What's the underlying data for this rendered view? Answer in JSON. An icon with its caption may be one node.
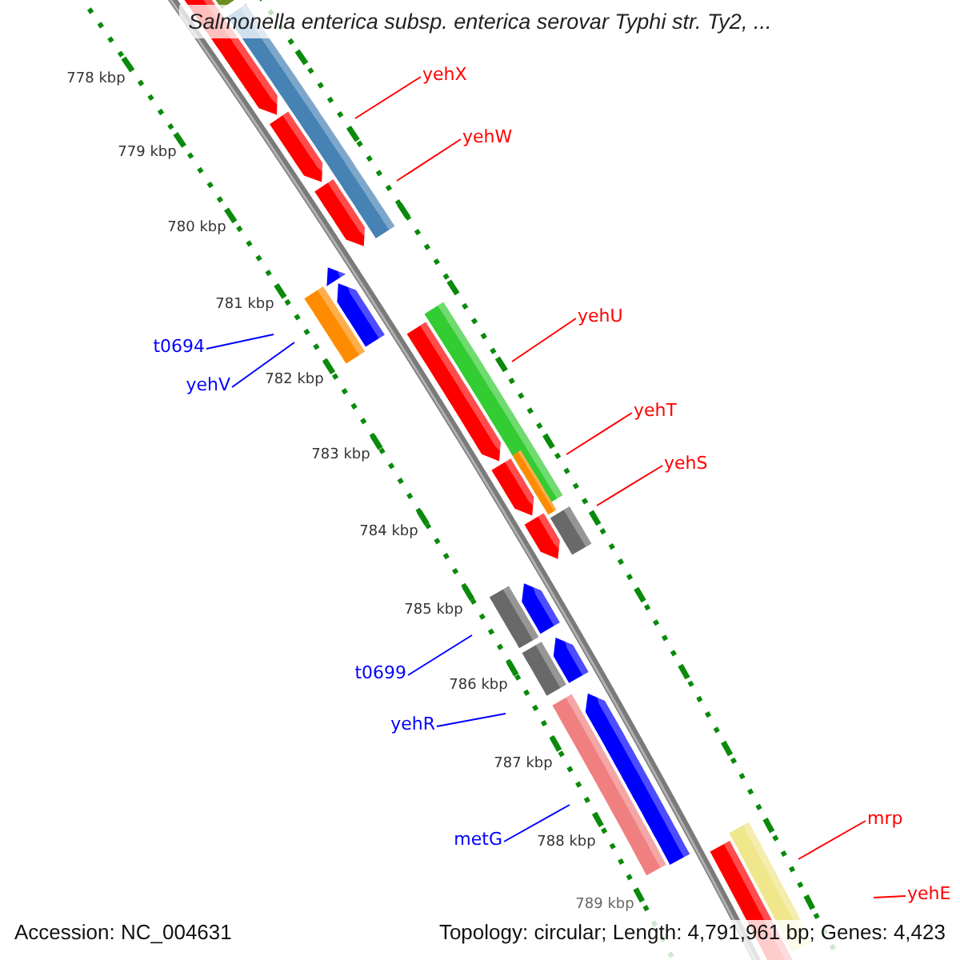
{
  "diagram": {
    "title": "Salmonella enterica subsp. enterica serovar Typhi str. Ty2, ...",
    "nodes": [
      {
        "text": [
          "yehX"
        ]
      },
      {
        "text": [
          "yehW"
        ]
      },
      {
        "text": [
          "yehU"
        ]
      },
      {
        "text": [
          "t0694"
        ]
      },
      {
        "text": [
          "yehV"
        ]
      },
      {
        "text": [
          "yehT"
        ]
      },
      {
        "text": [
          "yehS"
        ]
      },
      {
        "text": [
          "t0699"
        ]
      },
      {
        "text": [
          "yehR"
        ]
      },
      {
        "text": [
          "mrp"
        ]
      },
      {
        "text": [
          "metG"
        ]
      },
      {
        "text": [
          "yehE"
        ]
      }
    ],
    "edges": [
      {
        "from": 0,
        "to": null,
        "arrow": "none",
        "color": "#ff0000"
      },
      {
        "from": 1,
        "to": null,
        "arrow": "none",
        "color": "#ff0000"
      },
      {
        "from": 2,
        "to": null,
        "arrow": "none",
        "color": "#ff0000"
      },
      {
        "from": 3,
        "to": null,
        "arrow": "none",
        "color": "#0000ff"
      },
      {
        "from": 4,
        "to": null,
        "arrow": "none",
        "color": "#0000ff"
      },
      {
        "from": 5,
        "to": null,
        "arrow": "none",
        "color": "#ff0000"
      },
      {
        "from": 6,
        "to": null,
        "arrow": "none",
        "color": "#ff0000"
      },
      {
        "from": 7,
        "to": null,
        "arrow": "none",
        "color": "#0000ff"
      },
      {
        "from": 8,
        "to": null,
        "arrow": "none",
        "color": "#0000ff"
      },
      {
        "from": 9,
        "to": null,
        "arrow": "none",
        "color": "#ff0000"
      },
      {
        "from": 10,
        "to": null,
        "arrow": "none",
        "color": "#0000ff"
      },
      {
        "from": 11,
        "to": null,
        "arrow": "none",
        "color": "#ff0000"
      }
    ],
    "labels": [
      "778 kbp",
      "779 kbp",
      "780 kbp",
      "781 kbp",
      "782 kbp",
      "783 kbp",
      "784 kbp",
      "785 kbp",
      "786 kbp",
      "787 kbp",
      "788 kbp",
      "789 kbp",
      "Accession: NC_004631",
      "Topology: circular; Length: 4,791,961 bp; Genes: 4,423"
    ]
  }
}
